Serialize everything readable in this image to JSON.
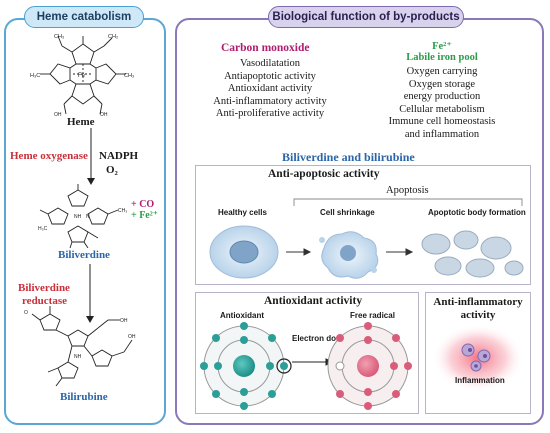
{
  "left": {
    "title": "Heme catabolism",
    "heme_label": "Heme",
    "enzyme1": "Heme oxygenase",
    "cofactor1": "NADPH",
    "cofactor2": "O₂",
    "product_co": "+ CO",
    "product_fe": "+ Fe²⁺",
    "biliverdine_label": "Biliverdine",
    "enzyme2_line1": "Biliverdine",
    "enzyme2_line2": "reductase",
    "bilirubine_label": "Bilirubine"
  },
  "right": {
    "title": "Biological function of by-products",
    "co": {
      "heading": "Carbon monoxide",
      "items": [
        "Vasodilatation",
        "Antiapoptotic activity",
        "Antioxidant activity",
        "Anti-inflammatory activity",
        "Anti-proliferative activity"
      ]
    },
    "fe": {
      "heading1": "Fe²⁺",
      "heading2": "Labile iron pool",
      "items": [
        "Oxygen carrying",
        "Oxygen storage",
        "energy production",
        "Cellular metabolism",
        "Immune cell homeostasis",
        "and inflammation"
      ]
    },
    "bili_heading": "Biliverdine and bilirubine",
    "anti_apoptotic": {
      "title": "Anti-apoptosic activity",
      "apoptosis": "Apoptosis",
      "healthy": "Healthy cells",
      "shrink": "Cell shrinkage",
      "apoptotic_body": "Apoptotic body formation"
    },
    "antioxidant": {
      "title": "Antioxidant activity",
      "antioxidant_label": "Antioxidant",
      "free_radical": "Free radical",
      "electron": "Electron donation"
    },
    "anti_inflammatory": {
      "title1": "Anti-inflammatory",
      "title2": "activity",
      "inflammation": "Inflammation"
    }
  },
  "colors": {
    "left_border": "#5aa7d6",
    "right_border": "#8b78b8",
    "red": "#c8303a",
    "magenta": "#b01c6f",
    "green": "#2a9b47",
    "blue": "#2a66a8"
  }
}
